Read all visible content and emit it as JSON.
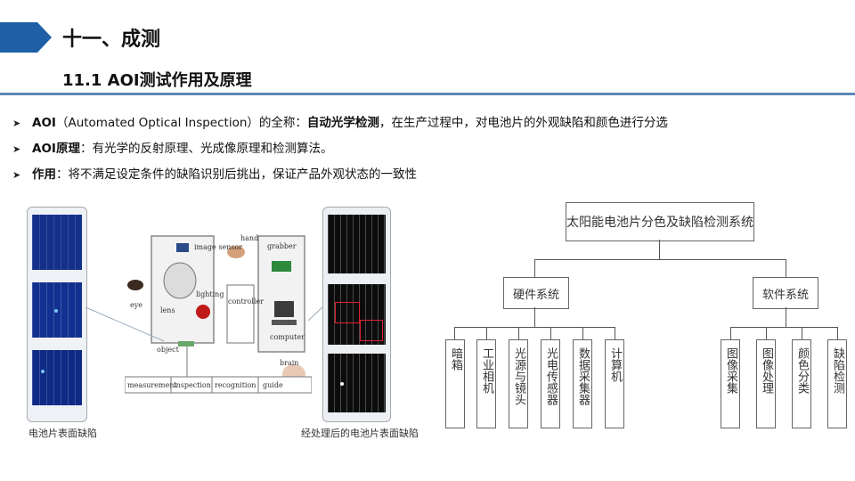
{
  "header": {
    "section_title": "十一、成测",
    "subsection_title": "11.1 AOI测试作用及原理",
    "accent_color": "#1f5fa6"
  },
  "bullets": [
    {
      "lead": "AOI",
      "text_a": "（Automated Optical Inspection）的全称：",
      "bold_b": "自动光学检测",
      "text_c": "，在生产过程中，对电池片的外观缺陷和颜色进行分选"
    },
    {
      "lead": "AOI原理",
      "text_a": "：有光学的反射原理、光成像原理和检测算法。"
    },
    {
      "lead": "作用",
      "text_a": "：将不满足设定条件的缺陷识别后挑出，保证产品外观状态的一致性"
    }
  ],
  "images": {
    "left_caption": "电池片表面缺陷",
    "right_caption": "经处理后的电池片表面缺陷"
  },
  "sketch": {
    "image_sensor": "image sensor",
    "hand": "hand",
    "grabber": "grabber",
    "eye": "eye",
    "lighting": "lighting",
    "lens": "lens",
    "controller": "controller",
    "computer": "computer",
    "object": "object",
    "brain": "brain",
    "steps": [
      "measurement",
      "inspection",
      "recognition",
      "guide"
    ]
  },
  "diagram": {
    "root": "太阳能电池片分色及缺陷检测系统",
    "hardware": {
      "label": "硬件系统",
      "children": [
        "暗箱",
        "工业相机",
        "光源与镜头",
        "光电传感器",
        "数据采集器",
        "计算机"
      ]
    },
    "software": {
      "label": "软件系统",
      "children": [
        "图像采集",
        "图像处理",
        "颜色分类",
        "缺陷检测"
      ]
    }
  }
}
